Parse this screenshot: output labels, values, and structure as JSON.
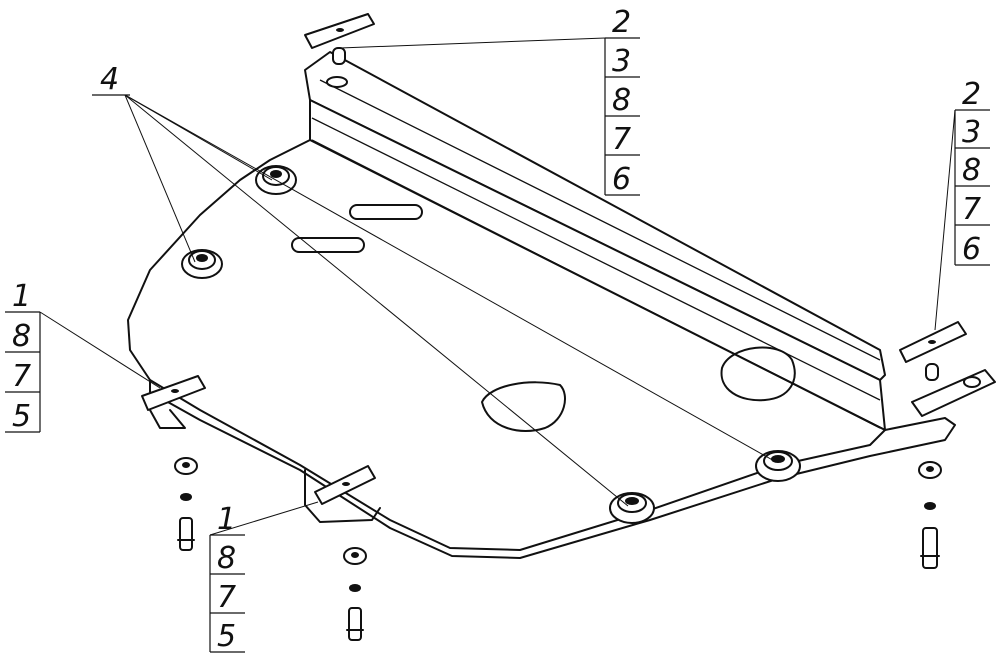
{
  "callouts": {
    "top": [
      "2",
      "3",
      "8",
      "7",
      "6"
    ],
    "right": [
      "2",
      "3",
      "8",
      "7",
      "6"
    ],
    "left": [
      "1",
      "8",
      "7",
      "5"
    ],
    "bottom": [
      "1",
      "8",
      "7",
      "5"
    ],
    "studs": "4"
  }
}
